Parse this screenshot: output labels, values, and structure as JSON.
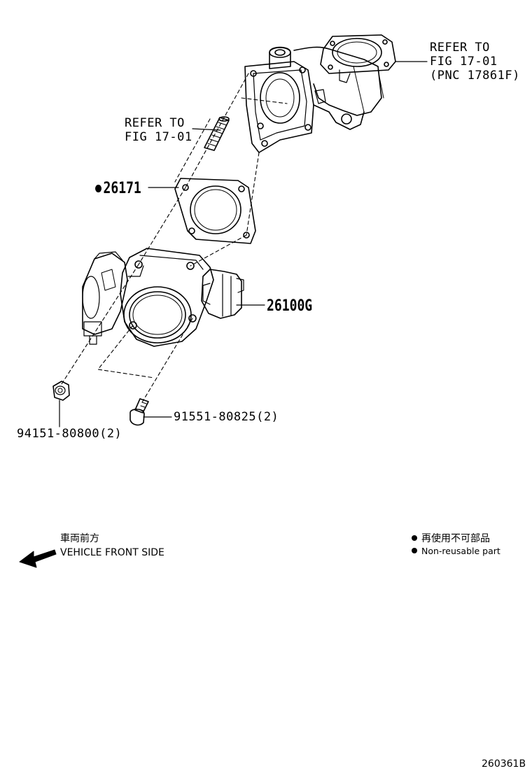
{
  "callouts": {
    "manifold_ref": {
      "line1": "REFER TO",
      "line2": "FIG 17-01",
      "line3": "(PNC 17861F)"
    },
    "stud_ref": {
      "line1": "REFER TO",
      "line2": "FIG 17-01"
    },
    "gasket": "26171",
    "throttle_body": "26100G",
    "nut": "94151-80800(2)",
    "bolt": "91551-80825(2)"
  },
  "legend": {
    "direction_jp": "車両前方",
    "direction_en": "VEHICLE FRONT SIDE",
    "nonreusable_jp": "再使用不可部品",
    "nonreusable_en": "Non-reusable part"
  },
  "figure_id": "260361B",
  "colors": {
    "ink": "#000000",
    "paper": "#ffffff"
  }
}
